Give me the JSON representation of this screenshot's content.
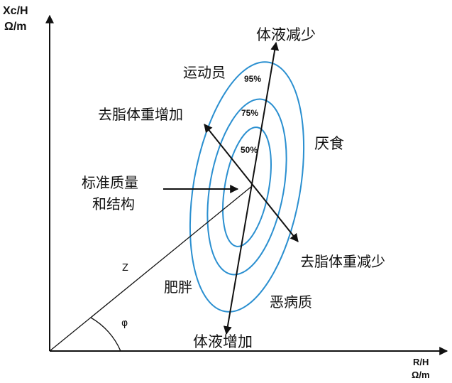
{
  "axes": {
    "y_label_line1": "Xc/H",
    "y_label_line2": "Ω/m",
    "x_label_line1": "R/H",
    "x_label_line2": "Ω/m"
  },
  "ellipses": {
    "color": "#2a8fd0",
    "percent_labels": [
      "95%",
      "75%",
      "50%"
    ]
  },
  "labels": {
    "fluid_loss": "体液减少",
    "fluid_gain": "体液增加",
    "athlete": "运动员",
    "anorexia": "厌食",
    "obese": "肥胖",
    "cachexia": "恶病质",
    "lean_mass_gain": "去脂体重增加",
    "lean_mass_loss": "去脂体重减少",
    "standard_line1": "标准质量",
    "standard_line2": "和结构",
    "vector_magnitude": "Z",
    "phase_angle": "φ"
  }
}
